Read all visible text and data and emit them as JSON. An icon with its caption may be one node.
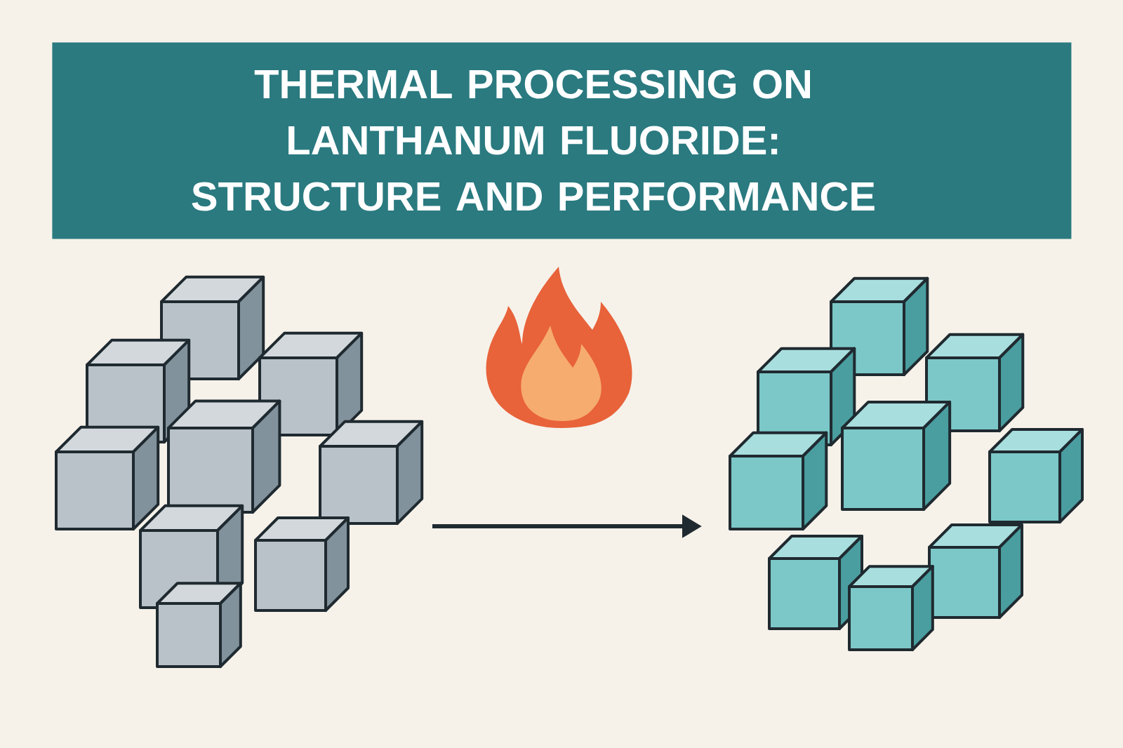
{
  "diagram": {
    "title": "THERMAL PROCESSING ON LANTHANUM FLUORIDE: STRUCTURE AND PERFORMANCE",
    "nodes": [
      {
        "text": [],
        "shape": "picture"
      },
      {
        "text": [],
        "shape": "picture"
      }
    ],
    "edges": [
      {
        "from": 0,
        "to": 1,
        "arrow": "to"
      }
    ]
  }
}
